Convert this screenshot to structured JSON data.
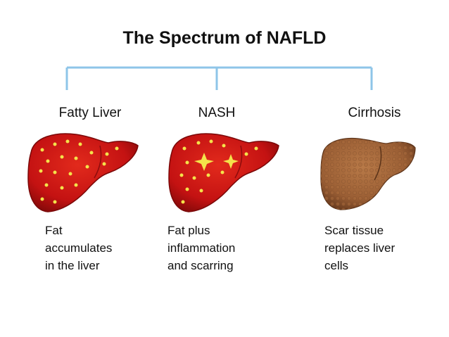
{
  "title": "The Spectrum of NAFLD",
  "stages": [
    {
      "label": "Fatty Liver",
      "description": "Fat\naccumulates\nin the liver"
    },
    {
      "label": "NASH",
      "description": "Fat plus\ninflammation\nand scarring"
    },
    {
      "label": "Cirrhosis",
      "description": "Scar tissue\nreplaces liver\ncells"
    }
  ],
  "colors": {
    "connector": "#8ec5e8",
    "healthy_liver": "#c41212",
    "fat_droplet": "#f4e34a",
    "cirrhotic_liver": "#9a5e34"
  }
}
